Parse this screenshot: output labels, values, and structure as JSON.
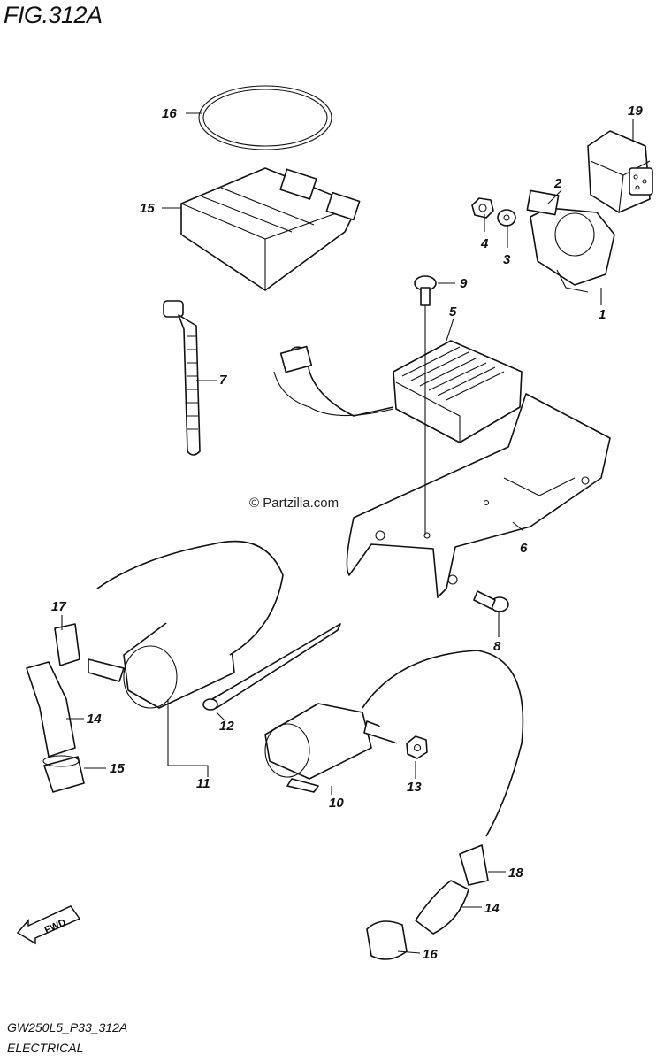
{
  "figure": {
    "title": "FIG.312A",
    "watermark": "© Partzilla.com",
    "code": "GW250L5_P33_312A",
    "section": "ELECTRICAL",
    "fwd_label": "FWD"
  },
  "callouts": [
    {
      "id": "c1",
      "label": "1"
    },
    {
      "id": "c2",
      "label": "2"
    },
    {
      "id": "c3",
      "label": "3"
    },
    {
      "id": "c4",
      "label": "4"
    },
    {
      "id": "c5",
      "label": "5"
    },
    {
      "id": "c6",
      "label": "6"
    },
    {
      "id": "c7",
      "label": "7"
    },
    {
      "id": "c8",
      "label": "8"
    },
    {
      "id": "c9",
      "label": "9"
    },
    {
      "id": "c10",
      "label": "10"
    },
    {
      "id": "c11",
      "label": "11"
    },
    {
      "id": "c12",
      "label": "12"
    },
    {
      "id": "c13",
      "label": "13"
    },
    {
      "id": "c14a",
      "label": "14"
    },
    {
      "id": "c14b",
      "label": "14"
    },
    {
      "id": "c15a",
      "label": "15"
    },
    {
      "id": "c15b",
      "label": "15"
    },
    {
      "id": "c16a",
      "label": "16"
    },
    {
      "id": "c16b",
      "label": "16"
    },
    {
      "id": "c17",
      "label": "17"
    },
    {
      "id": "c18",
      "label": "18"
    },
    {
      "id": "c19",
      "label": "19"
    }
  ]
}
